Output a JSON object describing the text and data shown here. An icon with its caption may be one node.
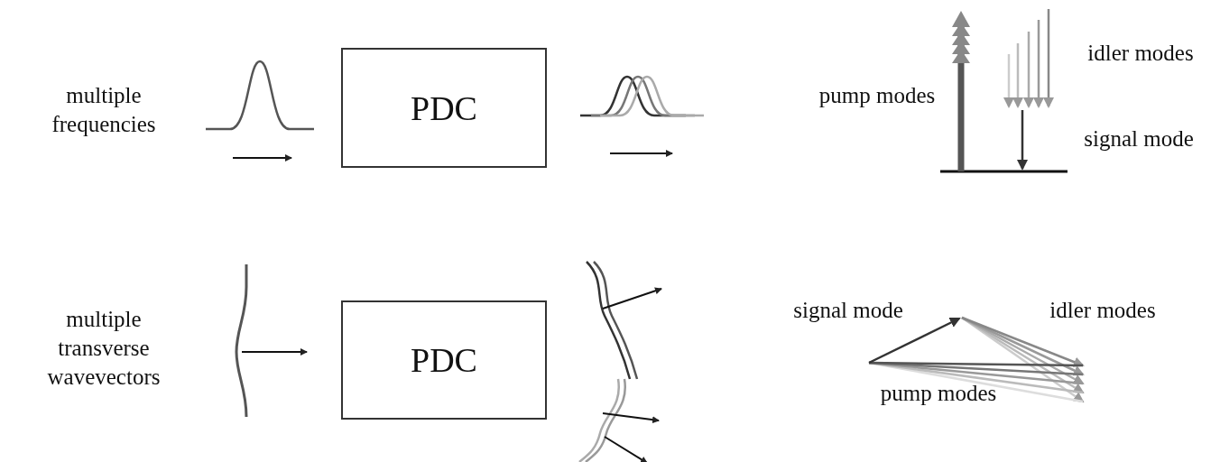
{
  "diagram": {
    "nodes": [
      {
        "text": [
          "PDC"
        ]
      },
      {
        "text": [
          "PDC"
        ]
      }
    ],
    "labels": [
      "multiple frequencies",
      "idler modes",
      "pump modes",
      "signal mode",
      "multiple transverse wavevectors",
      "signal mode",
      "idler modes",
      "pump modes"
    ]
  }
}
